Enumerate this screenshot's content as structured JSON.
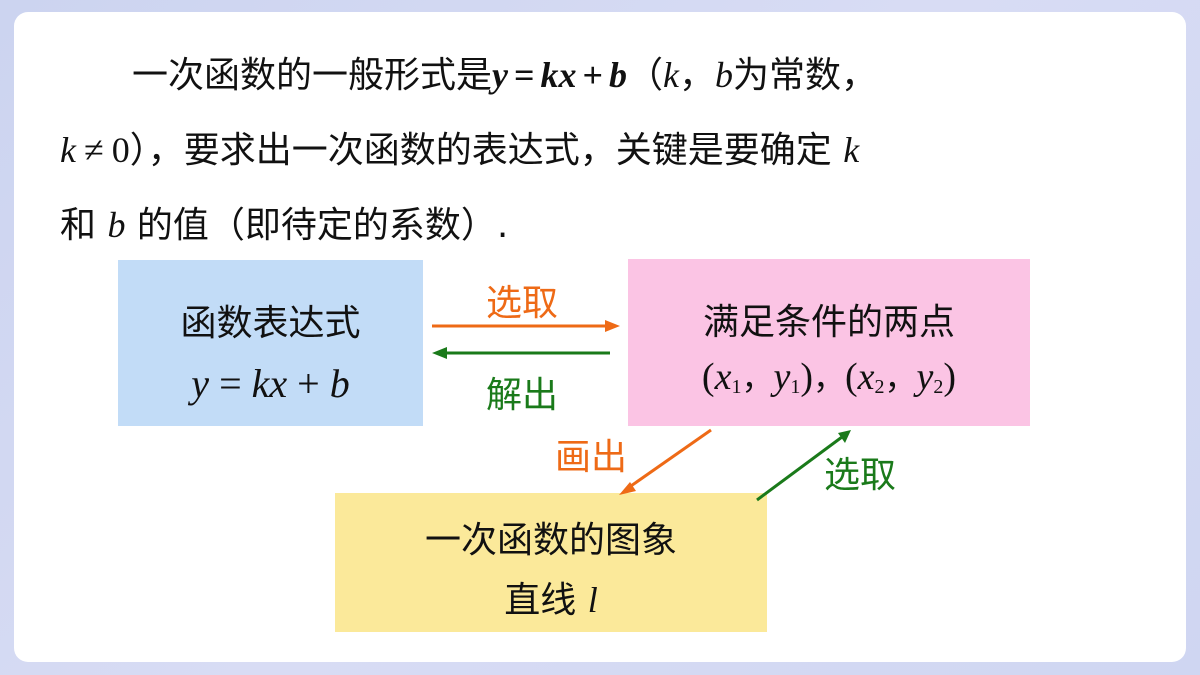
{
  "paragraph": {
    "p1": "一次函数的一般形式是",
    "eq_y": "y",
    "eq_eq": "=",
    "eq_kx": "kx",
    "eq_plus": "+",
    "eq_b": "b",
    "p2": "（",
    "k1": "k",
    "p3": "，",
    "b1": "b",
    "p4": "为常数，",
    "k2": "k",
    "neq": "≠",
    "zero": "0",
    "p5": "），要求出一次函数的表达式，关键是要确定",
    "k3": "k",
    "p6": "和",
    "b2": "b",
    "p7": "的值（即待定的系数）."
  },
  "boxes": {
    "expression": {
      "title": "函数表达式",
      "y": "y",
      "eq": " = ",
      "kx": "kx",
      "plus": " + ",
      "b": "b"
    },
    "points": {
      "title": "满足条件的两点",
      "open1": "(",
      "x": "x",
      "sub1": "1",
      "comma": "，",
      "y": "y",
      "close1": ")",
      "sep": "，",
      "open2": "(",
      "sub2": "2",
      "close2": ")"
    },
    "graph": {
      "title": "一次函数的图象",
      "line_prefix": "直线",
      "l": "l"
    }
  },
  "arrows": {
    "select_top": "选取",
    "solve": "解出",
    "draw": "画出",
    "select_bottom": "选取"
  },
  "colors": {
    "orange": "#ee6a16",
    "green": "#1a7a1a",
    "blue_box": "#c2dcf7",
    "pink_box": "#fbc4e4",
    "yellow_box": "#fbe99a"
  }
}
